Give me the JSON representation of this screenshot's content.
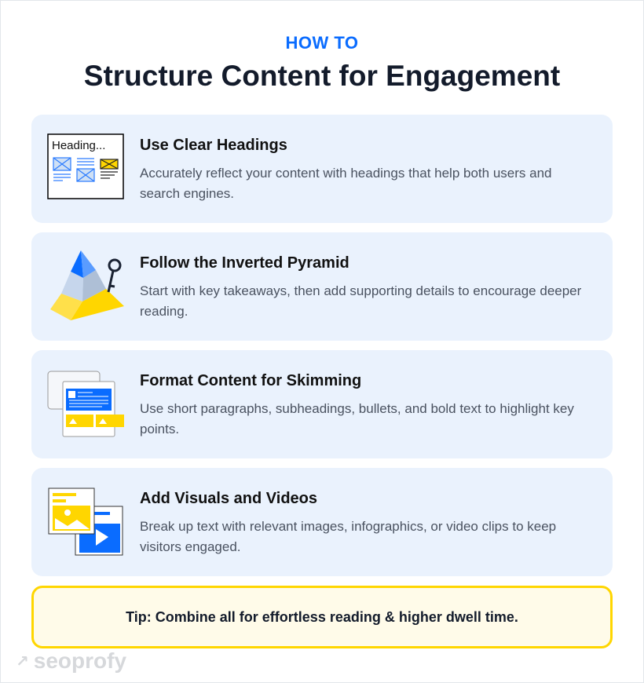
{
  "header": {
    "kicker": "HOW TO",
    "title": "Structure Content for Engagement"
  },
  "cards": [
    {
      "icon": "headings-layout-icon",
      "heading_sample": "Heading...",
      "title": "Use Clear Headings",
      "text": "Accurately reflect your content with headings that help both users and search engines."
    },
    {
      "icon": "pyramid-key-icon",
      "title": "Follow the Inverted Pyramid",
      "text": "Start with key takeaways, then add supporting details to encourage deeper reading."
    },
    {
      "icon": "skimming-document-icon",
      "title": "Format Content for Skimming",
      "text": "Use short paragraphs, subheadings, bullets, and bold text to highlight key points."
    },
    {
      "icon": "image-video-icon",
      "title": "Add Visuals and Videos",
      "text": "Break up text with relevant images, infographics, or video clips to keep visitors engaged."
    }
  ],
  "tip": "Tip: Combine all for effortless reading & higher dwell time.",
  "brand": "seoprofy",
  "colors": {
    "accent": "#0a6cff",
    "card_bg": "#eaf2fd",
    "yellow": "#ffd600"
  }
}
